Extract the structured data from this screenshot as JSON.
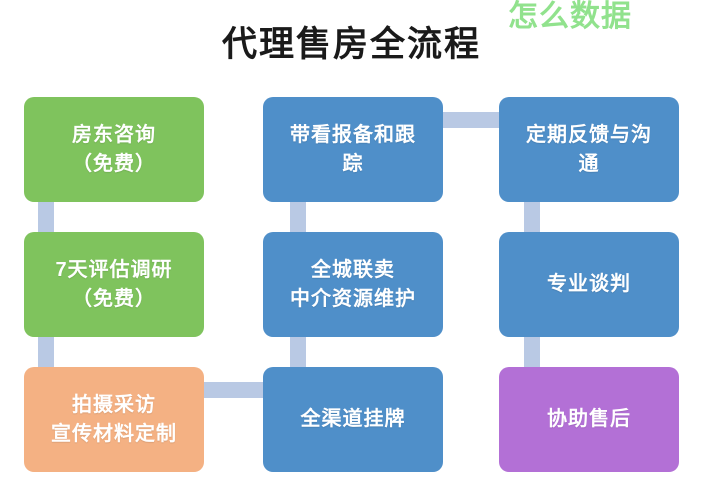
{
  "page": {
    "title": "代理售房全流程",
    "watermark": "怎么数据",
    "background": "#ffffff"
  },
  "colors": {
    "green": "#7fc35d",
    "blue": "#4f8fc9",
    "orange": "#f4b183",
    "purple": "#b370d6",
    "connector": "#b9c9e4",
    "title_text": "#1a1a1a",
    "node_text": "#ffffff",
    "watermark_text": "#7ede7a"
  },
  "flow": {
    "columns": [
      {
        "name": "column-1",
        "nodes": [
          {
            "id": "node-1",
            "color": "green",
            "lines": [
              "房东咨询",
              "（免费）"
            ]
          },
          {
            "id": "node-2",
            "color": "green",
            "lines": [
              "7天评估调研",
              "（免费）"
            ]
          },
          {
            "id": "node-3",
            "color": "orange",
            "lines": [
              "拍摄采访",
              "宣传材料定制"
            ]
          }
        ]
      },
      {
        "name": "column-2",
        "nodes": [
          {
            "id": "node-4",
            "color": "blue",
            "lines": [
              "带看报备和跟",
              "踪"
            ]
          },
          {
            "id": "node-5",
            "color": "blue",
            "lines": [
              "全城联卖",
              "中介资源维护"
            ]
          },
          {
            "id": "node-6",
            "color": "blue",
            "lines": [
              "全渠道挂牌"
            ]
          }
        ]
      },
      {
        "name": "column-3",
        "nodes": [
          {
            "id": "node-7",
            "color": "blue",
            "lines": [
              "定期反馈与沟",
              "通"
            ]
          },
          {
            "id": "node-8",
            "color": "blue",
            "lines": [
              "专业谈判"
            ]
          },
          {
            "id": "node-9",
            "color": "purple",
            "lines": [
              "协助售后"
            ]
          }
        ]
      }
    ],
    "connectors": [
      {
        "id": "connector-1-2",
        "orientation": "vertical",
        "from": "node-1",
        "to": "node-2"
      },
      {
        "id": "connector-2-3",
        "orientation": "vertical",
        "from": "node-2",
        "to": "node-3"
      },
      {
        "id": "connector-3-6",
        "orientation": "horizontal",
        "from": "node-3",
        "to": "node-6"
      },
      {
        "id": "connector-6-5",
        "orientation": "vertical",
        "from": "node-6",
        "to": "node-5"
      },
      {
        "id": "connector-5-4",
        "orientation": "vertical",
        "from": "node-5",
        "to": "node-4"
      },
      {
        "id": "connector-4-7",
        "orientation": "horizontal",
        "from": "node-4",
        "to": "node-7"
      },
      {
        "id": "connector-7-8",
        "orientation": "vertical",
        "from": "node-7",
        "to": "node-8"
      },
      {
        "id": "connector-8-9",
        "orientation": "vertical",
        "from": "node-8",
        "to": "node-9"
      }
    ]
  }
}
